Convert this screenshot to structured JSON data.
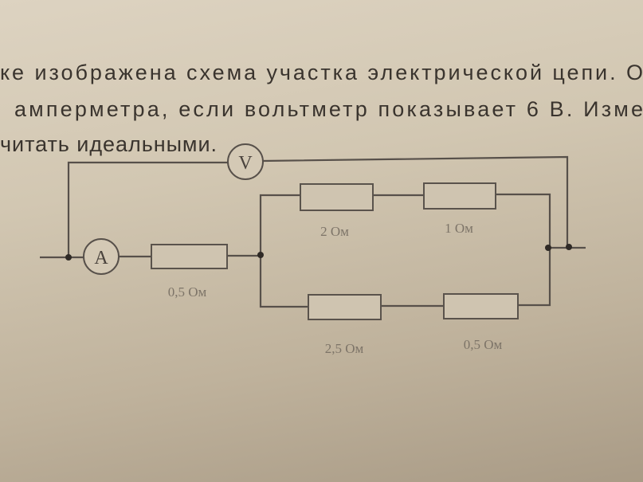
{
  "text": {
    "line1": "ке изображена схема участка электрической цепи. О",
    "line2": "амперметра, если вольтметр показывает 6 В. Изме",
    "line3": "читать идеальными."
  },
  "circuit": {
    "ammeter_label": "A",
    "voltmeter_label": "V",
    "resistors": [
      {
        "label": "0,5 Ом"
      },
      {
        "label": "2 Ом"
      },
      {
        "label": "1 Ом"
      },
      {
        "label": "2,5 Ом"
      },
      {
        "label": "0,5 Ом"
      }
    ]
  }
}
